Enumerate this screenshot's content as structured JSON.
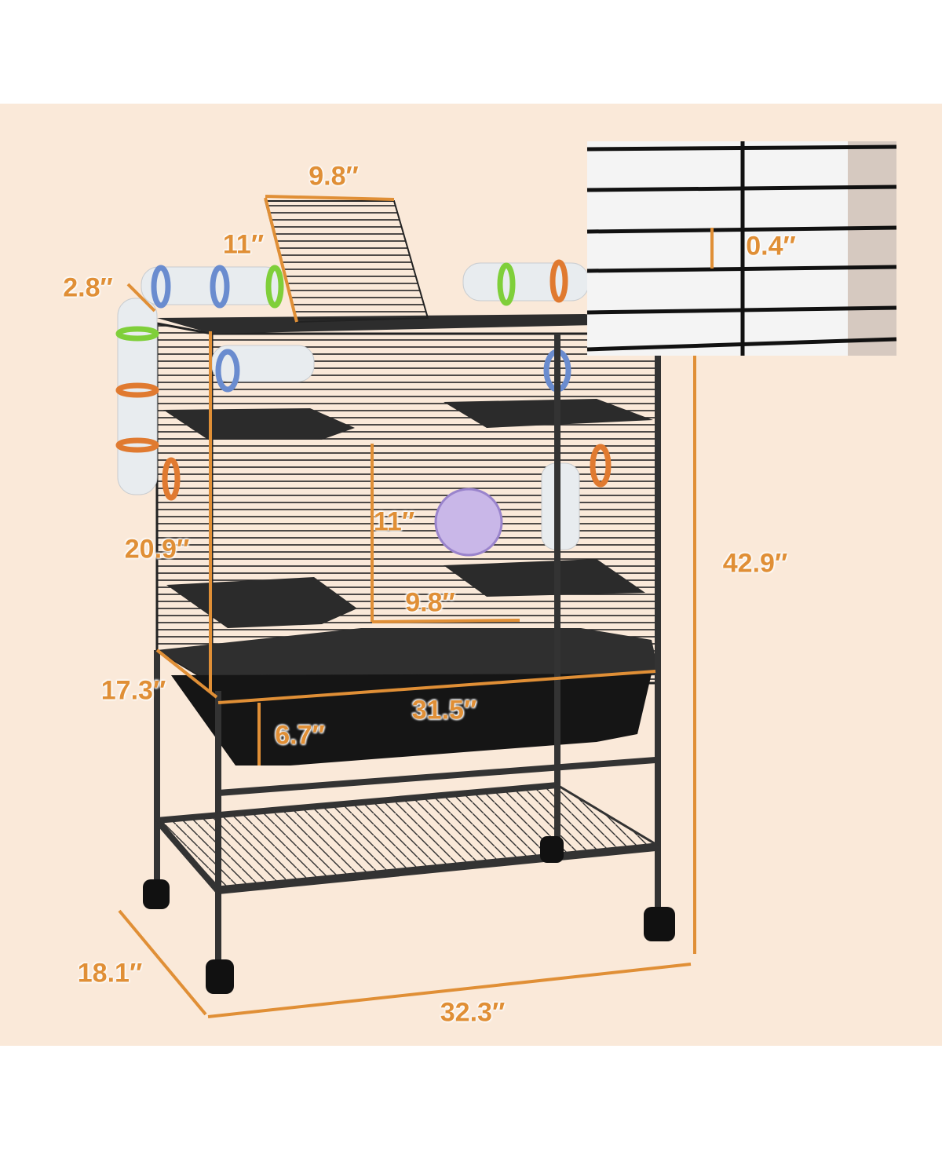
{
  "colors": {
    "background": "#fae9d9",
    "dimension": "#e08f36",
    "frame": "#2a2a2a"
  },
  "dimensions": {
    "lid_width": "9.8″",
    "lid_height": "11″",
    "tube_diameter": "2.8″",
    "cage_height": "20.9″",
    "door_height": "11″",
    "door_width": "9.8″",
    "cage_depth": "17.3″",
    "cage_width": "31.5″",
    "tray_height": "6.7″",
    "total_height": "42.9″",
    "total_depth": "18.1″",
    "total_width": "32.3″",
    "bar_spacing": "0.4″"
  }
}
